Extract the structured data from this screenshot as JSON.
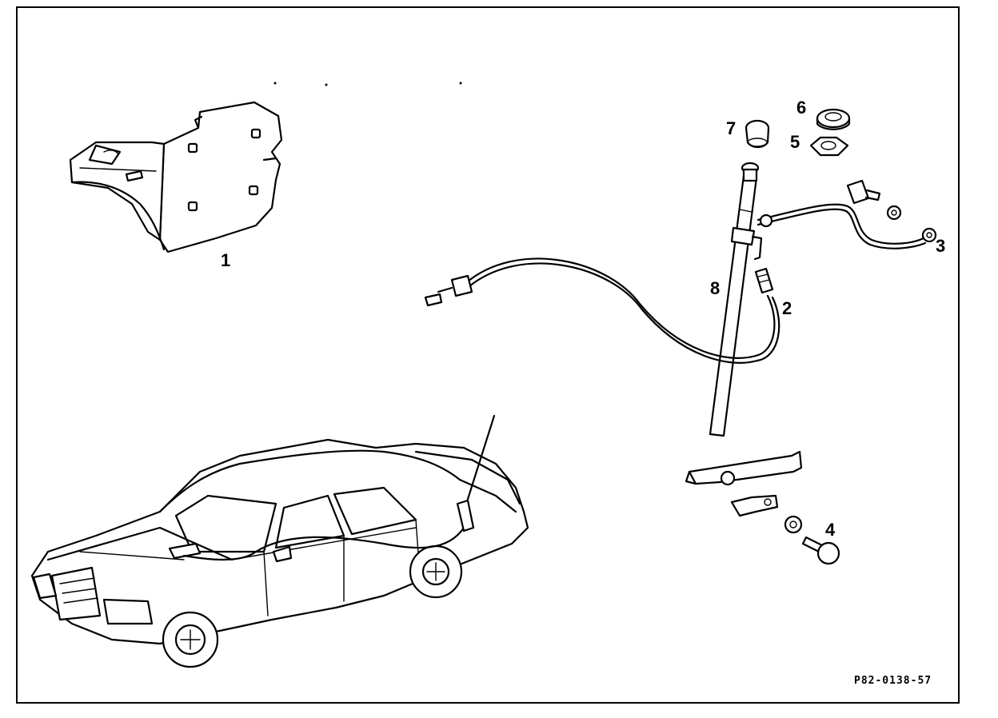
{
  "parts": {
    "bracket_panel": "1",
    "antenna_cable": "2",
    "ground_cable": "3",
    "screw_set": "4",
    "nut": "5",
    "ring_seal": "6",
    "cap": "7",
    "antenna_mast": "8"
  },
  "figure_ref": "P82-0138-57"
}
